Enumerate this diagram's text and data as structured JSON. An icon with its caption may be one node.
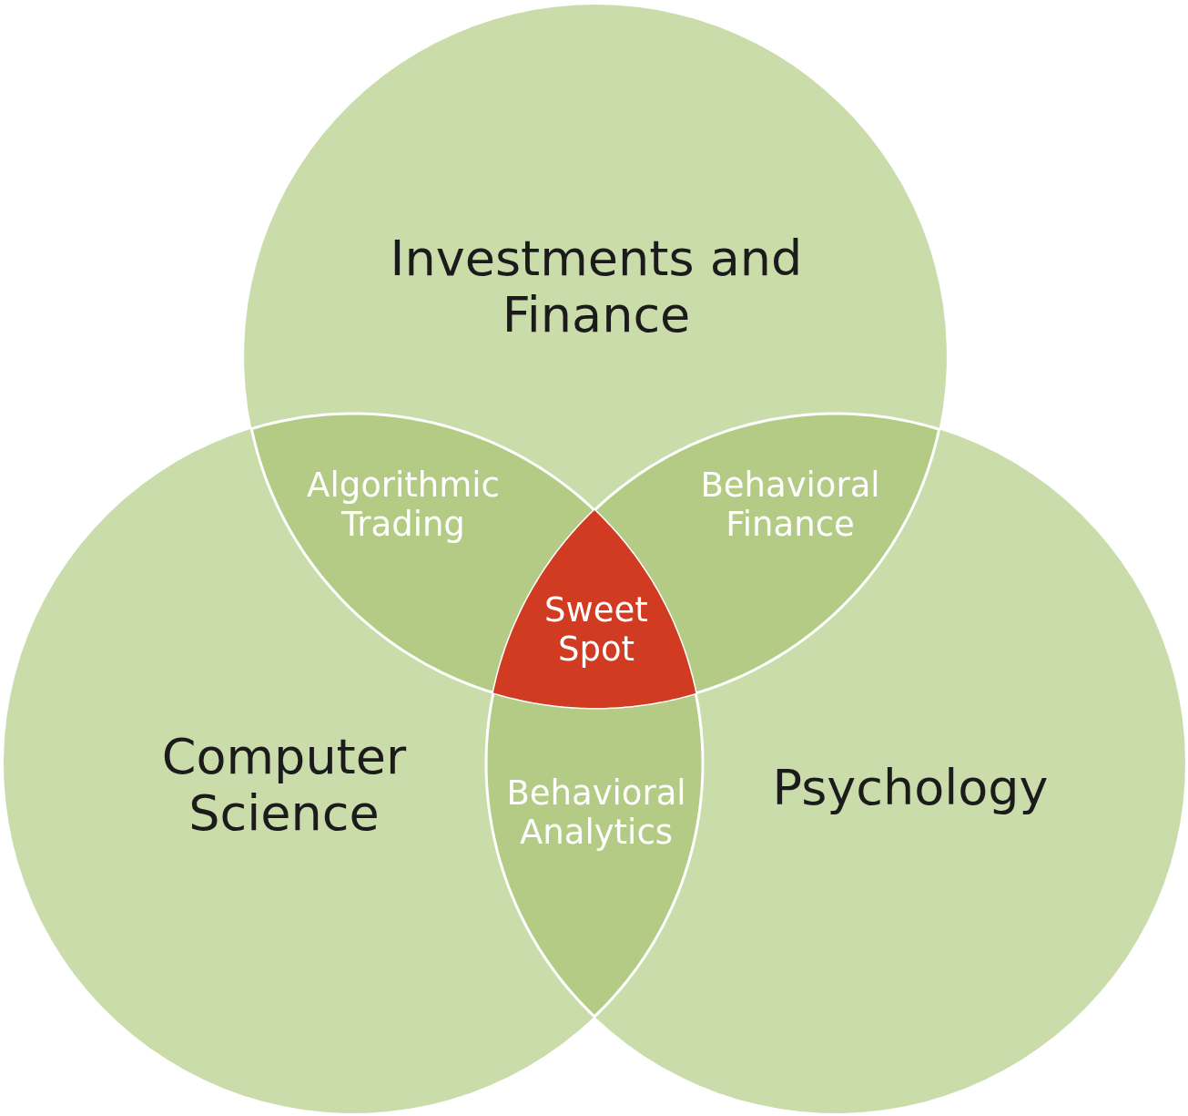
{
  "diagram": {
    "nodes": [
      {
        "text": [
          "Investments and Finance"
        ]
      },
      {
        "text": [
          "Computer Science"
        ]
      },
      {
        "text": [
          "Psychology"
        ]
      },
      {
        "text": [
          "Algorithmic Trading"
        ]
      },
      {
        "text": [
          "Behavioral Finance"
        ]
      },
      {
        "text": [
          "Behavioral Analytics"
        ]
      },
      {
        "text": [
          "Sweet Spot"
        ]
      }
    ]
  }
}
